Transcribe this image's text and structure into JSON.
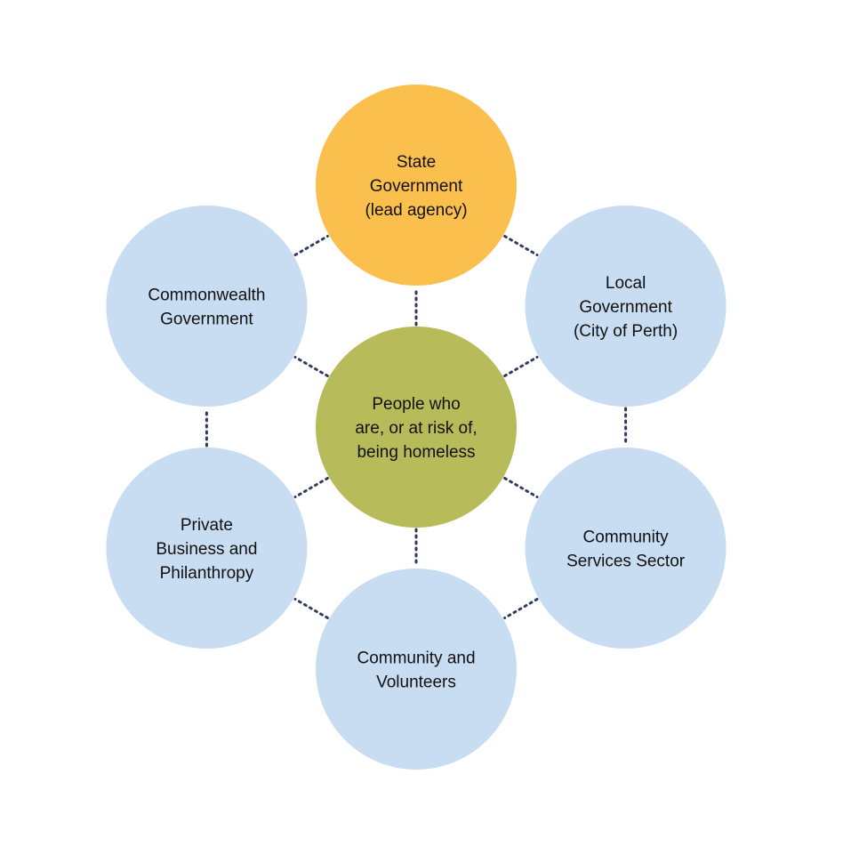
{
  "colors": {
    "center_fill": "#b8bb5a",
    "lead_fill": "#fbbf4e",
    "partner_fill": "#c9ddf2",
    "connector": "#2f3b5c",
    "text": "#111111"
  },
  "center": {
    "lines": [
      "People who",
      "are, or at risk of,",
      "being homeless"
    ]
  },
  "nodes": [
    {
      "id": "state-government",
      "lines": [
        "State",
        "Government",
        "(lead agency)"
      ],
      "lead": true
    },
    {
      "id": "local-government",
      "lines": [
        "Local",
        "Government",
        "(City of Perth)"
      ]
    },
    {
      "id": "community-services-sector",
      "lines": [
        "Community",
        "Services Sector"
      ]
    },
    {
      "id": "community-and-volunteers",
      "lines": [
        "Community and",
        "Volunteers"
      ]
    },
    {
      "id": "private-business-and-philanthropy",
      "lines": [
        "Private",
        "Business and",
        "Philanthropy"
      ]
    },
    {
      "id": "commonwealth-government",
      "lines": [
        "Commonwealth",
        "Government"
      ]
    }
  ]
}
